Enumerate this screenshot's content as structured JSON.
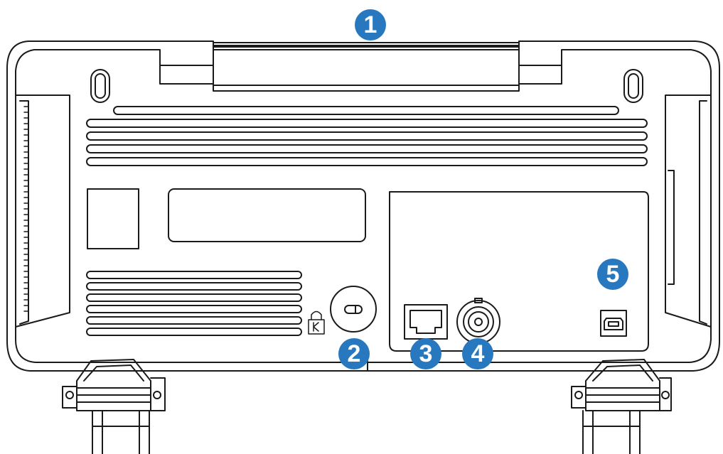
{
  "colors": {
    "outline": "#1a1a1a",
    "callout_fill": "#2878c0",
    "background": "#ffffff"
  },
  "callouts": [
    {
      "id": "handle",
      "label": "1"
    },
    {
      "id": "security-lock",
      "label": "2"
    },
    {
      "id": "lan-port",
      "label": "3"
    },
    {
      "id": "bnc-connector",
      "label": "4"
    },
    {
      "id": "usb-device-port",
      "label": "5"
    }
  ],
  "icons": {
    "lock": "padlock-k-icon"
  }
}
